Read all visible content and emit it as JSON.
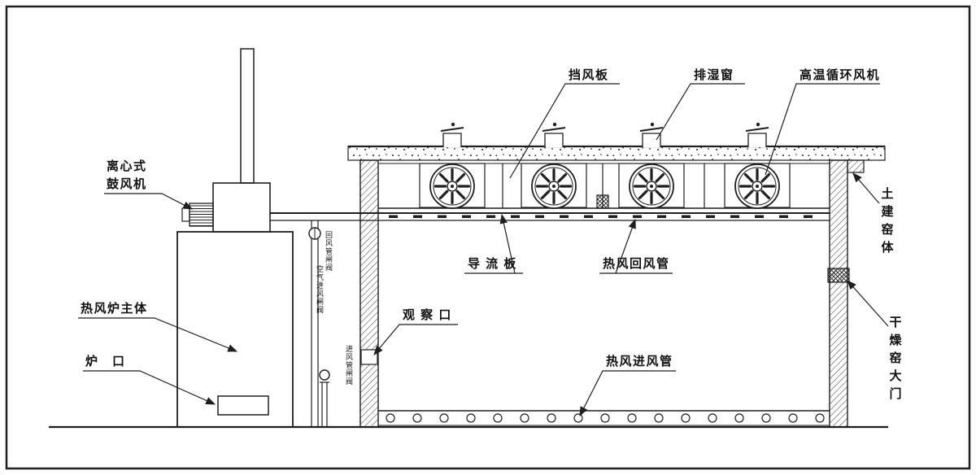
{
  "canvas": {
    "background": "#ffffff",
    "line_color": "#1f1f1f",
    "text_color": "#111111"
  },
  "labels": {
    "baffle": "挡风板",
    "moisture_window": "排湿窗",
    "ht_circulation_fan": "高温循环风机",
    "blower_line1": "离心式",
    "blower_line2": "鼓风机",
    "furnace_body": "热风炉主体",
    "furnace_mouth": "炉　口",
    "observation_port": "观 察 口",
    "guide_plate": "导 流 板",
    "return_duct": "热风回风管",
    "inlet_duct": "热风进风管",
    "kiln_body": "土建窑体",
    "kiln_door": "干燥窑大门",
    "valve_return": "回风管闸阀",
    "valve_air_inlet": "空气进风闸阀",
    "valve_inlet": "进风管闸阀"
  }
}
